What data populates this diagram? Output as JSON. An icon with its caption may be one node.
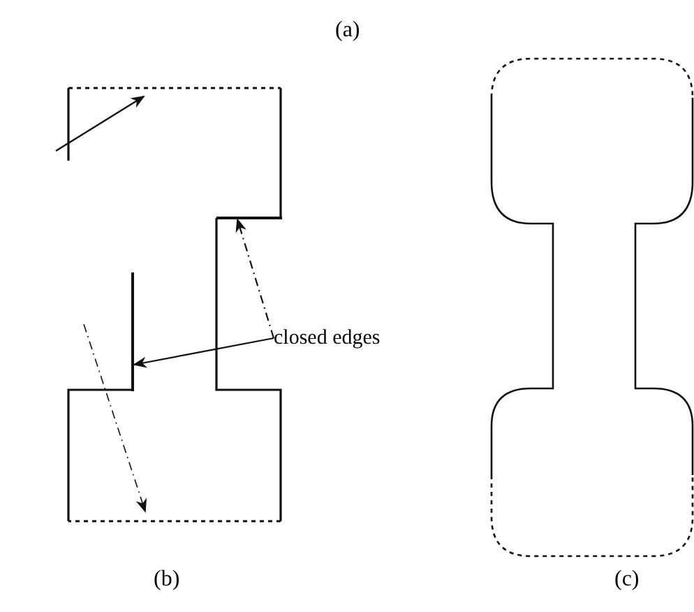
{
  "diagram": {
    "nodes": [
      {
        "text": [
          "closed edges"
        ]
      },
      {
        "text": [],
        "shape": "line"
      },
      {
        "text": [],
        "shape": "line"
      }
    ],
    "edges": [
      {
        "from": 0,
        "to": 1,
        "arrow": "to"
      },
      {
        "from": 0,
        "to": 2,
        "arrow": "to",
        "style": "dashed"
      }
    ],
    "labels": [
      "(a)",
      "(b)",
      "(c)"
    ]
  }
}
